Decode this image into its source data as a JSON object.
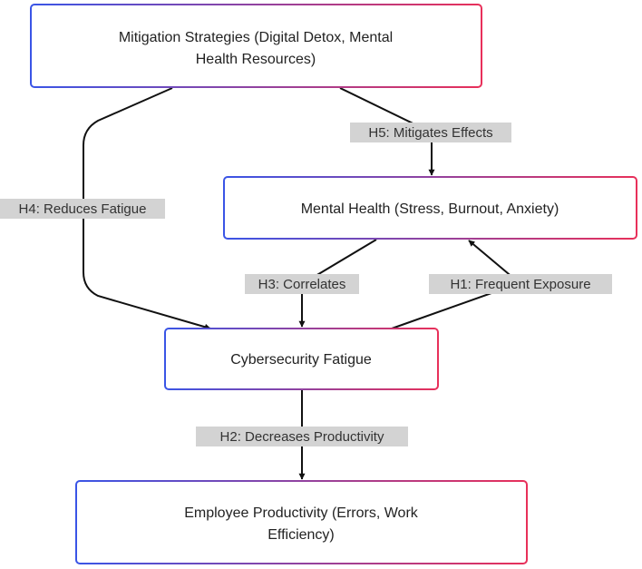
{
  "colors": {
    "node_border_start": "#3a55e6",
    "node_border_end": "#e8305a",
    "edge": "#111111",
    "edge_label_bg": "#d3d3d3"
  },
  "nodes": {
    "mitigation": {
      "line1": "Mitigation Strategies (Digital Detox, Mental",
      "line2": "Health Resources)"
    },
    "mental_health": {
      "line1": "Mental Health (Stress, Burnout, Anxiety)"
    },
    "fatigue": {
      "line1": "Cybersecurity Fatigue"
    },
    "productivity": {
      "line1": "Employee Productivity (Errors, Work",
      "line2": "Efficiency)"
    }
  },
  "edges": {
    "h1": "H1: Frequent Exposure",
    "h2": "H2: Decreases Productivity",
    "h3": "H3: Correlates",
    "h4": "H4: Reduces Fatigue",
    "h5": "H5: Mitigates Effects"
  }
}
